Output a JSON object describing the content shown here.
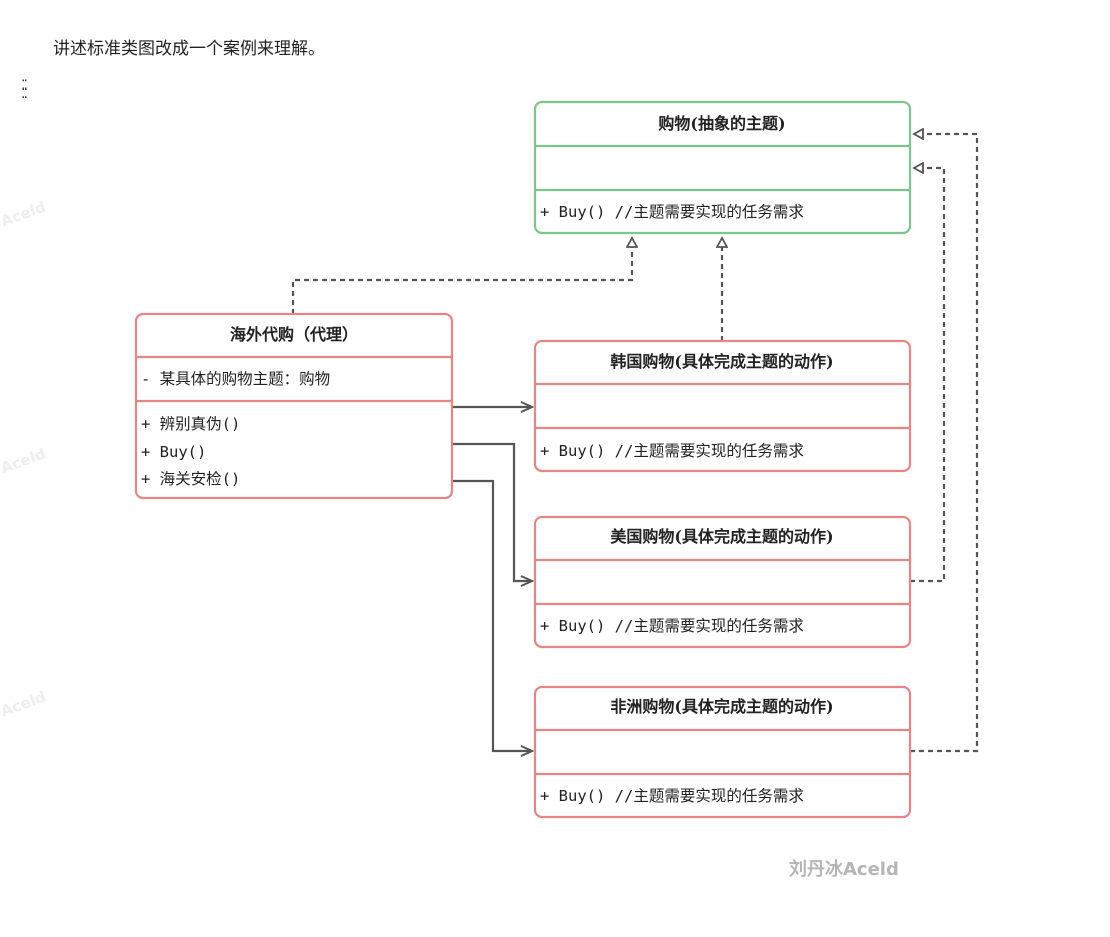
{
  "intro_text": "讲述标准类图改成一个案例来理解。",
  "drag_handle_icon": "drag-handle-icon",
  "watermark": "Aceld",
  "footer": "刘丹冰Aceld",
  "colors": {
    "abstract_border": "#7dc48d",
    "concrete_border": "#e88484",
    "connector": "#555555"
  },
  "classes": {
    "subject": {
      "title": "购物(抽象的主题)",
      "attributes": "",
      "methods": [
        "+ Buy() //主题需要实现的任务需求"
      ]
    },
    "proxy": {
      "title": "海外代购（代理）",
      "attributes": "-  某具体的购物主题：购物",
      "methods": [
        "+  辨别真伪()",
        "+  Buy()",
        "+  海关安检()"
      ]
    },
    "korea": {
      "title": "韩国购物(具体完成主题的动作)",
      "methods": [
        "+ Buy() //主题需要实现的任务需求"
      ]
    },
    "usa": {
      "title": "美国购物(具体完成主题的动作)",
      "methods": [
        "+ Buy() //主题需要实现的任务需求"
      ]
    },
    "africa": {
      "title": "非洲购物(具体完成主题的动作)",
      "methods": [
        "+ Buy() //主题需要实现的任务需求"
      ]
    }
  }
}
